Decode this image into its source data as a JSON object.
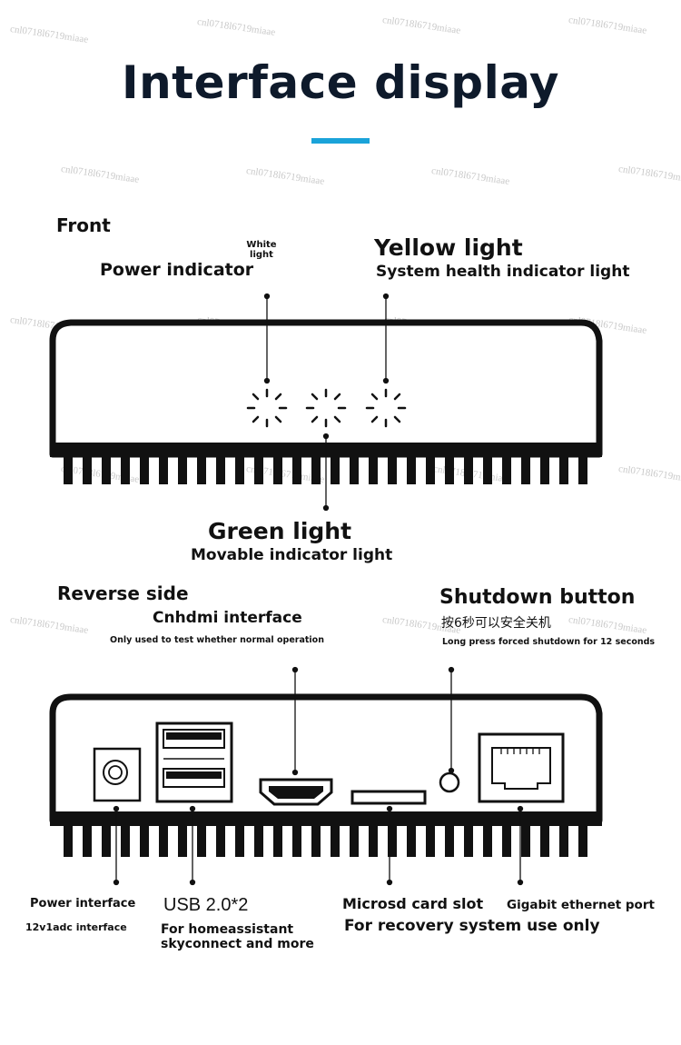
{
  "title": "Interface display",
  "accent_color": "#1aa3d9",
  "watermark": "cnl0718l6719miaae",
  "front": {
    "section_label": "Front",
    "white_light": {
      "label": "White\nlight"
    },
    "power": {
      "title": "Power indicator"
    },
    "yellow": {
      "title": "Yellow light",
      "subtitle": "System health indicator light"
    },
    "green": {
      "title": "Green light",
      "subtitle": "Movable indicator light"
    }
  },
  "reverse": {
    "section_label": "Reverse side",
    "hdmi": {
      "title": "Cnhdmi interface",
      "note": "Only used to test whether normal operation"
    },
    "shutdown": {
      "title": "Shutdown button",
      "cn_note": "按6秒可以安全关机",
      "note": "Long press forced shutdown for 12 seconds"
    },
    "power_interface": {
      "title": "Power interface",
      "subtitle": "12v1adc interface"
    },
    "usb": {
      "title": "USB 2.0*2",
      "subtitle_line1": "For homeassistant",
      "subtitle_line2": "skyconnect and more"
    },
    "microsd": {
      "title": "Microsd card slot",
      "subtitle": "For recovery system use only"
    },
    "ethernet": {
      "title": "Gigabit ethernet port"
    }
  }
}
